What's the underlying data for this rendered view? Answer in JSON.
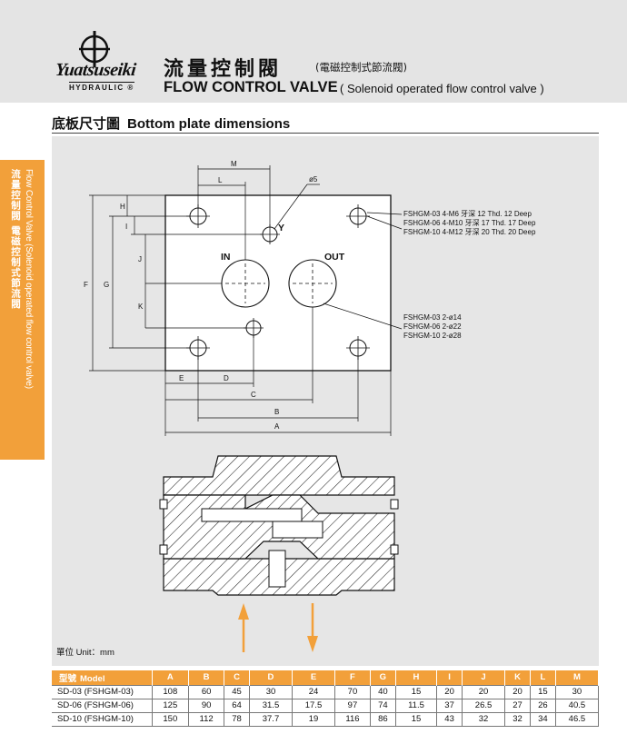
{
  "header": {
    "brand": "Yuatsuseiki",
    "brand_sub": "HYDRAULIC ®",
    "title_cn": "流量控制閥",
    "title_cn_sub": "(電磁控制式節流閥)",
    "title_en": "FLOW CONTROL VALVE",
    "title_en_sub": "( Solenoid operated flow control valve )"
  },
  "section": {
    "title_cn": "底板尺寸圖",
    "title_en": "Bottom plate dimensions"
  },
  "side_tab": {
    "text_cn": "流量控制閥 電磁控制式節流閥",
    "text_en": "Flow Control Valve (Solenoid operated flow control valve)"
  },
  "drawing": {
    "port_in": "IN",
    "port_out": "OUT",
    "port_y": "Y",
    "pin_dia": "ø5",
    "dims": {
      "A": "A",
      "B": "B",
      "C": "C",
      "D": "D",
      "E": "E",
      "F": "F",
      "G": "G",
      "H": "H",
      "I": "I",
      "J": "J",
      "K": "K",
      "L": "L",
      "M": "M"
    },
    "thread_specs": [
      "FSHGM-03   4-M6 牙深 12 Thd. 12 Deep",
      "FSHGM-06   4-M10 牙深 17 Thd. 17 Deep",
      "FSHGM-10   4-M12 牙深 20 Thd. 20 Deep"
    ],
    "port_specs": [
      "FSHGM-03   2-ø14",
      "FSHGM-06   2-ø22",
      "FSHGM-10   2-ø28"
    ]
  },
  "unit": {
    "label_cn": "單位",
    "label_en": "Unit：mm"
  },
  "table": {
    "model_header_cn": "型號",
    "model_header_en": "Model",
    "columns": [
      "A",
      "B",
      "C",
      "D",
      "E",
      "F",
      "G",
      "H",
      "I",
      "J",
      "K",
      "L",
      "M"
    ],
    "rows": [
      {
        "model": "SD-03 (FSHGM-03)",
        "values": [
          "108",
          "60",
          "45",
          "30",
          "24",
          "70",
          "40",
          "15",
          "20",
          "20",
          "20",
          "15",
          "30"
        ]
      },
      {
        "model": "SD-06 (FSHGM-06)",
        "values": [
          "125",
          "90",
          "64",
          "31.5",
          "17.5",
          "97",
          "74",
          "11.5",
          "37",
          "26.5",
          "27",
          "26",
          "40.5"
        ]
      },
      {
        "model": "SD-10 (FSHGM-10)",
        "values": [
          "150",
          "112",
          "78",
          "37.7",
          "19",
          "116",
          "86",
          "15",
          "43",
          "32",
          "32",
          "34",
          "46.5"
        ]
      }
    ]
  },
  "colors": {
    "accent": "#f2a03a",
    "header_bg": "#e4e4e4",
    "panel_bg": "#e6e6e6"
  },
  "icons": [
    "logo-crosshair-icon",
    "flow-up-arrow-icon",
    "flow-down-arrow-icon"
  ]
}
